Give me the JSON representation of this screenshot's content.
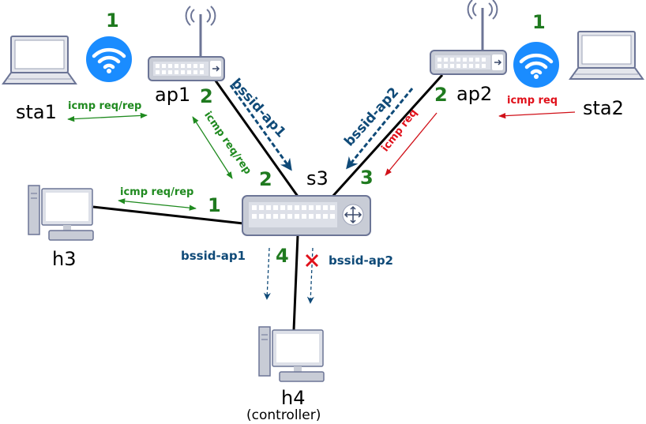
{
  "nodes": {
    "sta1": "sta1",
    "sta2": "sta2",
    "ap1": "ap1",
    "ap2": "ap2",
    "s3": "s3",
    "h3": "h3",
    "h4": "h4",
    "h4_note": "(controller)"
  },
  "ports": {
    "ap1_wifi": "1",
    "ap2_wifi": "1",
    "ap1_eth": "2",
    "ap2_eth": "2",
    "s3_ap1": "2",
    "s3_ap2": "3",
    "s3_h3": "1",
    "s3_h4": "4"
  },
  "flows": {
    "sta1_ap1": "icmp req/rep",
    "ap1_s3": "icmp req/rep",
    "h3_s3": "icmp req/rep",
    "sta2_ap2": "icmp req",
    "ap2_s3": "icmp req",
    "ap1_tag": "bssid-ap1",
    "ap2_tag": "bssid-ap2",
    "to_controller_ap1": "bssid-ap1",
    "to_controller_ap2": "bssid-ap2"
  },
  "colors": {
    "ok_green": "#1f8a1f",
    "req_red": "#e0101a",
    "bssid_blue": "#0f4a78",
    "wifi_blue": "#1a8cff",
    "device_gray": "#c8ccd6",
    "device_edge": "#6c7596"
  },
  "icons": [
    "laptop-icon",
    "wifi-icon",
    "access-point-icon",
    "switch-icon",
    "desktop-computer-icon",
    "blocked-x-icon"
  ]
}
